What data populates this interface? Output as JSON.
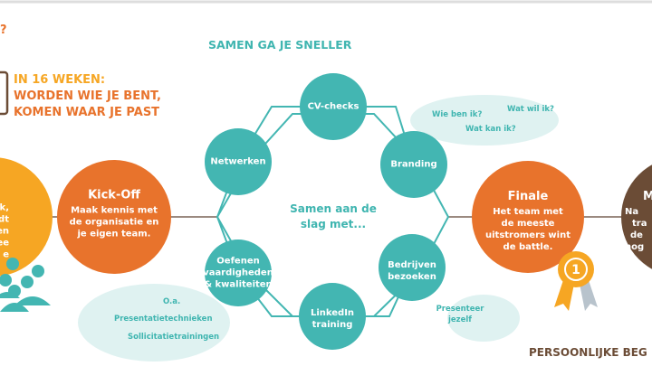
{
  "header": {
    "question_mark": "?",
    "tagline_line1": "IN 16 WEKEN:",
    "tagline_line2": "WORDEN WIE JE BENT,",
    "tagline_line3": "KOMEN WAAR JE PAST"
  },
  "section_title": "SAMEN GA JE SNELLER",
  "center_label": [
    "Samen aan de",
    "slag met..."
  ],
  "stages": {
    "intro_partial": [
      "sprek,",
      "rdt",
      "een",
      "ee",
      "e"
    ],
    "kickoff": {
      "title": "Kick-Off",
      "text": [
        "Maak kennis met",
        "de organisatie en",
        "je eigen team."
      ]
    },
    "finale": {
      "title": "Finale",
      "text": [
        "Het team met",
        "de meeste",
        "uitstromers wint",
        "de battle."
      ]
    },
    "next_partial": {
      "title": "M",
      "text": [
        "Na",
        "tra",
        "de",
        "nog"
      ]
    }
  },
  "activities": {
    "cv_checks": "CV-checks",
    "netwerken": "Netwerken",
    "branding": "Branding",
    "oefenen": [
      "Oefenen",
      "vaardigheden",
      "& kwaliteiten"
    ],
    "linkedin": [
      "LinkedIn",
      "training"
    ],
    "bedrijven": [
      "Bedrijven",
      "bezoeken"
    ]
  },
  "bubbles": {
    "questions": [
      "Wie ben ik?",
      "Wat wil ik?",
      "Wat kan ik?"
    ],
    "training_examples": [
      "O.a.",
      "Presentatietechnieken",
      "Sollicitatietrainingen"
    ],
    "presenteer": [
      "Presenteer",
      "jezelf"
    ]
  },
  "footer_partial": "PERSOONLIJKE BEG",
  "colors": {
    "teal": "#43b6b2",
    "light_teal": "#dff2f1",
    "orange": "#e8732c",
    "yellow": "#f6a623",
    "brown": "#6b4c36",
    "line": "#9b8a80"
  }
}
